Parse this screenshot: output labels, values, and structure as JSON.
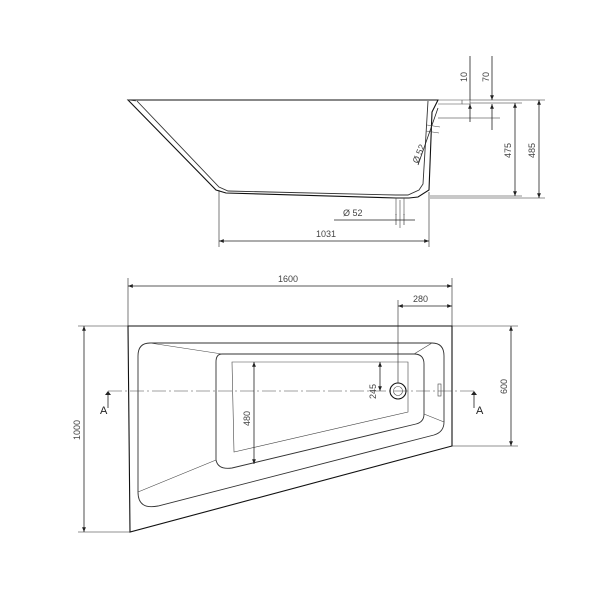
{
  "side_view": {
    "dim_total_width": "1031",
    "dim_drain_dia": "Ø 52",
    "dim_overflow_dia": "Ø 52",
    "dim_depth": "475",
    "dim_height": "485",
    "dim_top_rim": "10",
    "dim_rim_width": "70"
  },
  "top_view": {
    "dim_length": "1600",
    "dim_drain_offset": "280",
    "dim_width": "1000",
    "dim_short_width": "600",
    "dim_inner_width": "480",
    "dim_drain_height": "245",
    "section_left_label": "A",
    "section_right_label": "A"
  }
}
